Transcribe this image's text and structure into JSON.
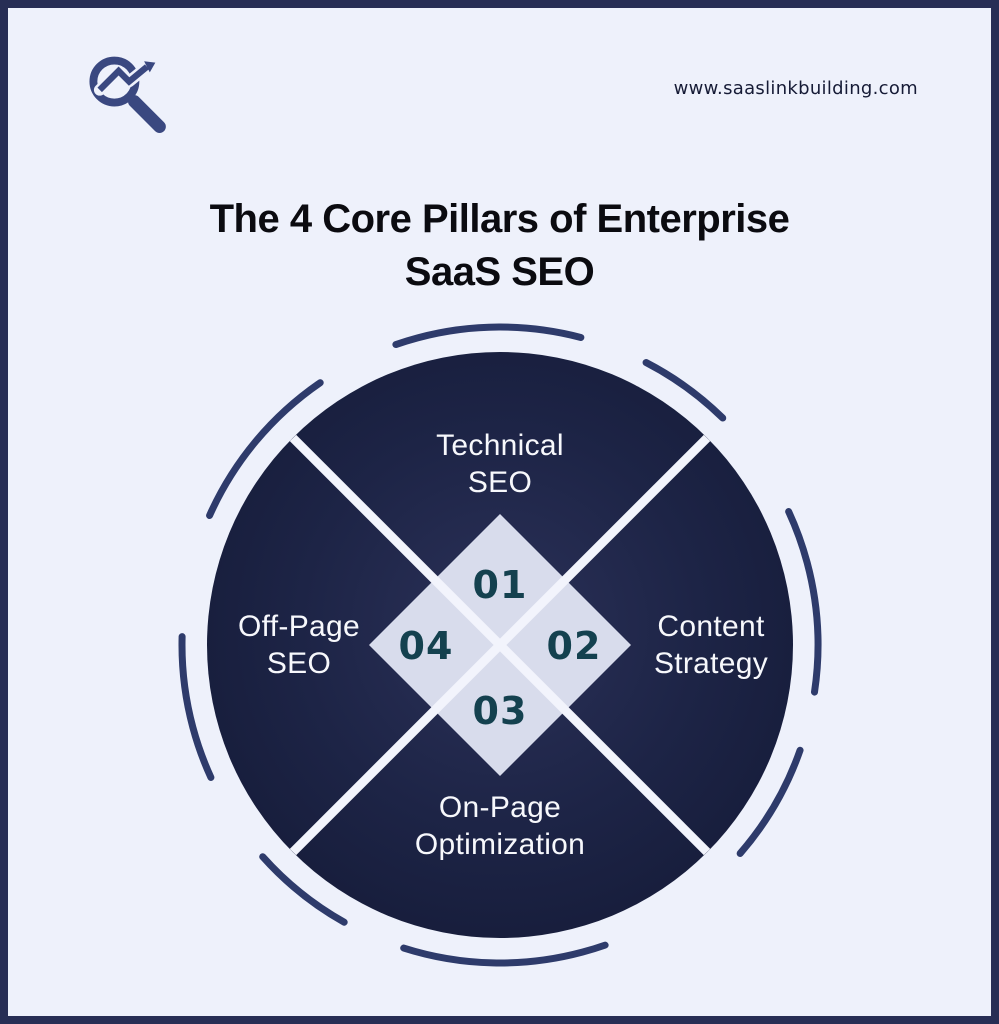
{
  "header": {
    "url": "www.saaslinkbuilding.com",
    "logo": "magnifier-with-growth-arrow"
  },
  "title": {
    "line1": "The 4 Core Pillars of Enterprise",
    "line2": "SaaS SEO"
  },
  "diagram": {
    "type": "four-quadrant-circle",
    "pillars": [
      {
        "number": "01",
        "position": "top",
        "line1": "Technical",
        "line2": "SEO"
      },
      {
        "number": "02",
        "position": "right",
        "line1": "Content",
        "line2": "Strategy"
      },
      {
        "number": "03",
        "position": "bottom",
        "line1": "On-Page",
        "line2": "Optimization"
      },
      {
        "number": "04",
        "position": "left",
        "line1": "Off-Page",
        "line2": "SEO"
      }
    ]
  },
  "colors": {
    "background": "#eef1fb",
    "border": "#272e55",
    "circle_center": "#2b3158",
    "circle_mid": "#1d2446",
    "circle_edge": "#151b38",
    "divider": "#f2f4fc",
    "diamond": "#d8dcec",
    "number": "#14414f",
    "label": "#f7f8fc",
    "title": "#0b0b10",
    "url_text": "#161b36",
    "arc": "#2e3b6b",
    "logo": "#3a4880"
  }
}
